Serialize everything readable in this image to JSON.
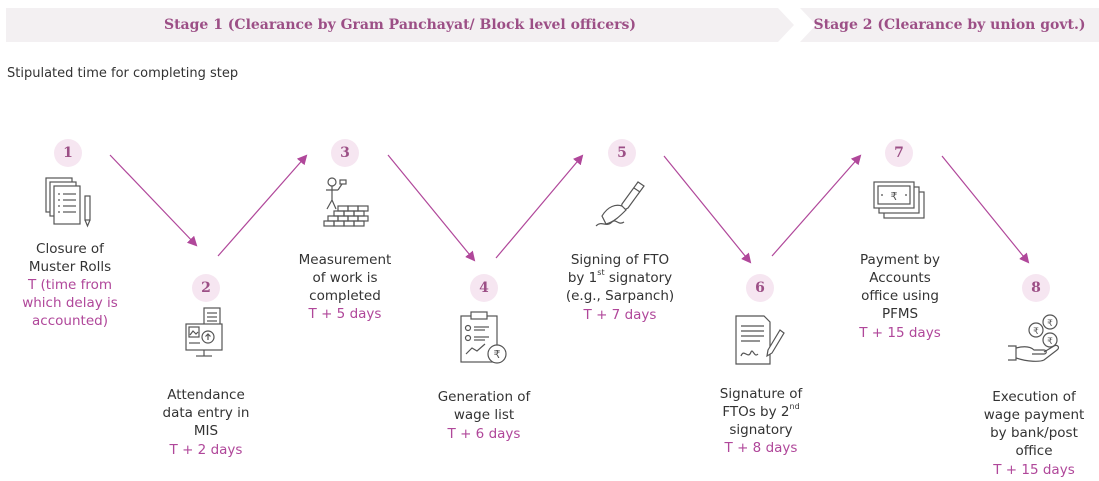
{
  "stages": {
    "stage1": "Stage 1 (Clearance by Gram Panchayat/ Block level officers)",
    "stage2": "Stage 2 (Clearance by union govt.)"
  },
  "subtitle": "Stipulated time for completing step",
  "steps": [
    {
      "num": "1",
      "label_lines": [
        "Closure of",
        "Muster Rolls"
      ],
      "time_lines": [
        "T (time from",
        "which delay is",
        "accounted)"
      ],
      "icon": "documents-pen-icon"
    },
    {
      "num": "2",
      "label_lines": [
        "Attendance",
        "data entry in",
        "MIS"
      ],
      "time_lines": [
        "T + 2 days"
      ],
      "icon": "computer-upload-icon"
    },
    {
      "num": "3",
      "label_lines": [
        "Measurement",
        "of work is",
        "completed"
      ],
      "time_lines": [
        "T + 5 days"
      ],
      "icon": "worker-bricks-icon"
    },
    {
      "num": "4",
      "label_lines": [
        "Generation of",
        "wage list"
      ],
      "time_lines": [
        "T + 6 days"
      ],
      "icon": "clipboard-rupee-icon"
    },
    {
      "num": "5",
      "label_lines": [
        "Signing of FTO",
        "by 1st signatory",
        "(e.g., Sarpanch)"
      ],
      "time_lines": [
        "T + 7 days"
      ],
      "icon": "hand-signing-icon"
    },
    {
      "num": "6",
      "label_lines": [
        "Signature of",
        "FTOs by 2nd",
        "signatory"
      ],
      "time_lines": [
        "T + 8 days"
      ],
      "icon": "document-signature-icon"
    },
    {
      "num": "7",
      "label_lines": [
        "Payment by",
        "Accounts",
        "office using",
        "PFMS"
      ],
      "time_lines": [
        "T + 15 days"
      ],
      "icon": "rupee-notes-icon"
    },
    {
      "num": "8",
      "label_lines": [
        "Execution of",
        "wage payment",
        "by bank/post",
        "office"
      ],
      "time_lines": [
        "T + 15 days"
      ],
      "icon": "hand-coins-icon"
    }
  ],
  "colors": {
    "accent": "#9c4f86",
    "time": "#b0479a",
    "arrow": "#b0479a",
    "banner_bg": "#f3f0f2",
    "circle_bg": "#f6e6f1"
  }
}
